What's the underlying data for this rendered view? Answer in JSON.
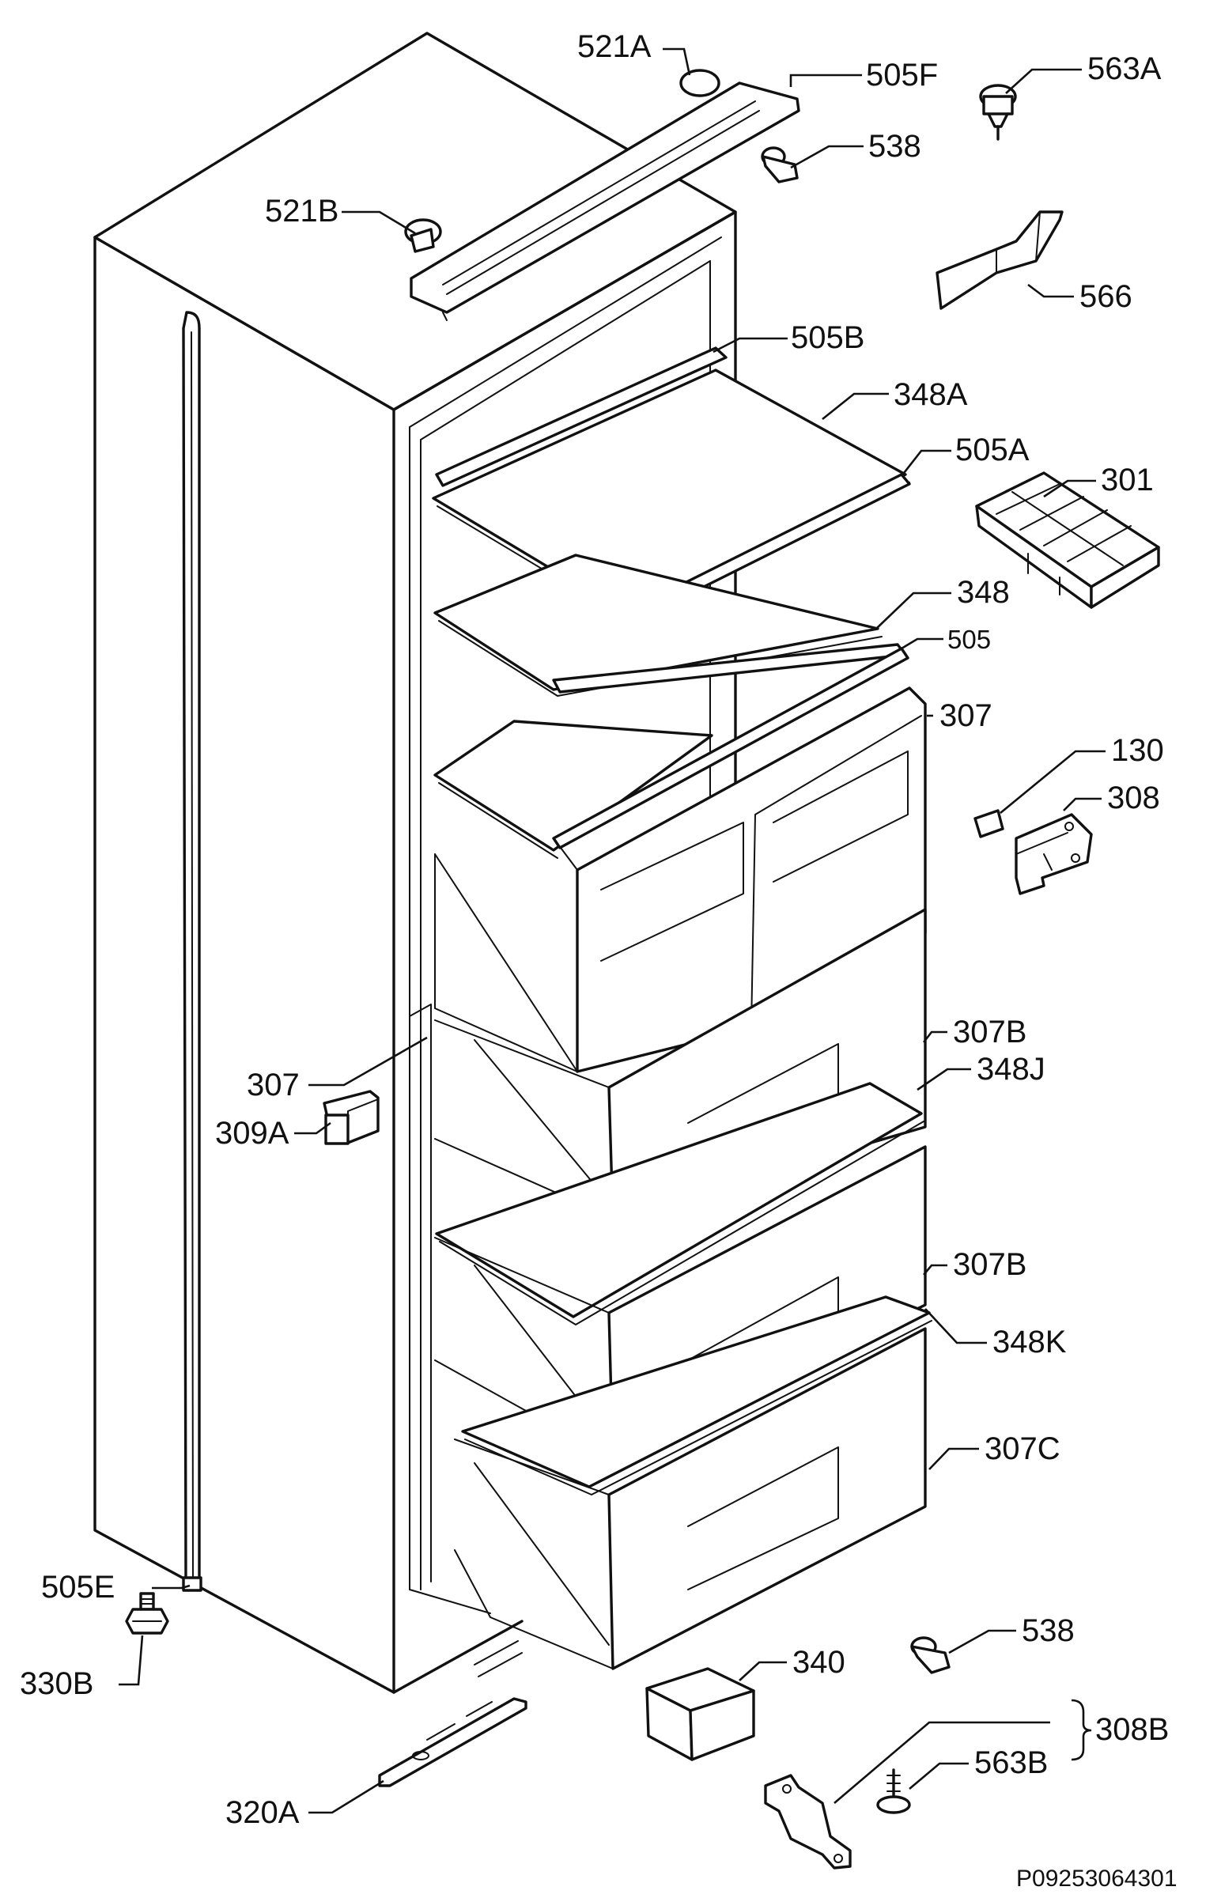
{
  "diagram": {
    "labels": {
      "l521A": "521A",
      "l505F": "505F",
      "l563A": "563A",
      "l538top": "538",
      "l521B": "521B",
      "l566": "566",
      "l505B": "505B",
      "l348A": "348A",
      "l505A": "505A",
      "l301": "301",
      "l348": "348",
      "l505": "505",
      "l307top": "307",
      "l130": "130",
      "l308": "308",
      "l307left": "307",
      "l307B1": "307B",
      "l348J": "348J",
      "l309A": "309A",
      "l307B2": "307B",
      "l348K": "348K",
      "l307C": "307C",
      "l505E": "505E",
      "l330B": "330B",
      "l538bot": "538",
      "l340": "340",
      "l308B": "308B",
      "l563B": "563B",
      "l320A": "320A"
    },
    "drawing_code": "P09253064301"
  }
}
